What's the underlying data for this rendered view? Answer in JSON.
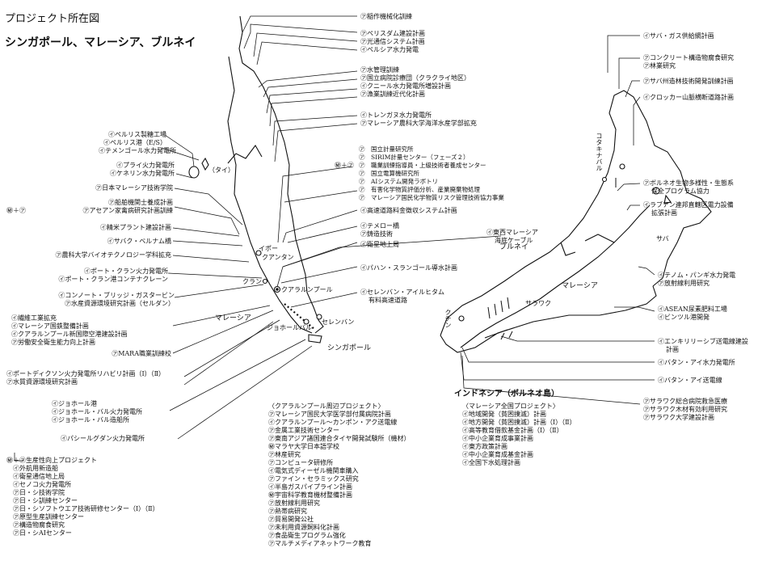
{
  "title": "プロジェクト所在図",
  "subtitle": "シンガポール、マレーシア、ブルネイ",
  "places": {
    "thailand": "（タイ）",
    "malaysia_w": "マレーシア",
    "singapore": "シンガポール",
    "brunei": "ブルネイ",
    "malaysia_e": "マレーシア",
    "sarawak": "サラワク",
    "sabah": "サバ",
    "indonesia": "インドネシア（ボルネオ島）",
    "kota_kinabalu": "コタキナバル",
    "kuching": "クチン",
    "ipoh": "イポー",
    "kuala_lumpur": "クアラルンプール",
    "johor_bahru": "ジョホールバル",
    "seremban": "セレンバン",
    "kuantan": "クアンタン",
    "klang": "クラン"
  },
  "top_right": [
    [
      "㋐稲作機械化訓練"
    ],
    [
      "㋐ペリスダム建設計画",
      "㋐光通信システム計画",
      "㋑ペルシア水力発電"
    ],
    [
      "㋐水管理訓練",
      "㋐国立病院診療団（クラクライ地区）",
      "㋑クニール水力発電所増設計画",
      "㋐漁業訓練近代化計画"
    ],
    [
      "㋑トレンガヌ水力発電所",
      "㋐マレーシア農科大学海洋水産学部拡充"
    ],
    [
      "㋐　国立計量研究所",
      "㋐　SIRIM計量センター（フェーズ２）",
      "㋐　職業訓練指導員・上級技術者養成センター",
      "㋐　国立電算機研究所",
      "㋐　AIシステム開発ラボトリ",
      "㋐　有害化学物質評価分析、産業廃棄物処理",
      "㋐　マレーシア国民化学物質リスク管理技術協力事業"
    ],
    [
      "㋑高速道路料金徴収システム計画"
    ],
    [
      "㋑テメロー橋",
      "㋐鋳造技術"
    ],
    [
      "㋑衛星地上局"
    ],
    [
      "㋑パハン・スランゴール導水計画"
    ],
    [
      "㋑セレンバン・アイルヒタム",
      "有料高速道路"
    ]
  ],
  "cable": [
    "㋑東西マレーシア",
    "海底ケーブル"
  ],
  "mixed_mark": "㊙＋㋐",
  "left": [
    [
      "㋑ペルリス製糖工場",
      "㋑ペルリス港（E/S）"
    ],
    [
      "㋑テメンゴール水力発電所"
    ],
    [
      "㋑プライ火力発電所",
      "㋑ケネリン水力発電所"
    ],
    [
      "㋐日本マレーシア技術学院"
    ],
    [
      "㋐船舶機関士養成計画",
      "㋐アセアン家禽病研究計画訓練"
    ],
    [
      "㋑精米プラント建設計画"
    ],
    [
      "㋑サバク・ベルナム橋"
    ],
    [
      "㋐農科大学バイオテクノロジー学科拡充"
    ],
    [
      "㋑ポート・クラン火力発電所",
      "㋑ポート・クラン港コンテナクレーン"
    ],
    [
      "㋑コンノート・ブリッジ・ガスタービン",
      "㋐水産資源環境研究計画（セルダン）"
    ],
    [
      "㋑繊維工業拡充",
      "㋑マレーシア国鉄整備計画",
      "㋑クアラルンプール新国際空港建設計画",
      "㋐労働安全衛生能力向上計画"
    ],
    [
      "㋐MARA職業訓練校"
    ],
    [
      "㋑ポートディクソン火力発電所リハビリ計画（Ⅰ）（Ⅱ）",
      "㋐水質資源環境研究計画"
    ],
    [
      "㋑ジョホール港",
      "㋑ジョホール・バル火力発電所",
      "㋑ジョホール・バル造船所"
    ],
    [
      "㋑パシールグダン火力発電所"
    ],
    [
      "㊙＋㋐生産性向上プロジェクト",
      "　㋑外航用新造船",
      "　㋑衛星通信地上局",
      "　㋑セノコ火力発電所",
      "　㋐日・シ技術学院",
      "　㋐日・シ訓練センター",
      "　㋐日・シソフトウエア技術研修センター（Ⅰ）（Ⅱ）",
      "　㋐原型生産訓練センター",
      "　㋐構造物腐食研究",
      "　㋐日・シAIセンター"
    ]
  ],
  "kl_heading": "〈クアラルンプール周辺プロジェクト〉",
  "kl_list": [
    "㋐マレーシア国民大学医学部付属病院計画",
    "㋑クアラルンプール～カンポン・アク送電線",
    "㋐金属工業技術センター",
    "㋐東南アジア諸国連合タイヤ開発試験所（機材）",
    "㊙マラヤ大学日本語学校",
    "㋐林産研究",
    "㋐コンピュータ研修所",
    "㋑電気式ディーゼル機関車購入",
    "㋐ファイン・セラミックス研究",
    "㋑半島ガスパイプライン計画",
    "㊙宇宙科学教育機材整備計画",
    "㋐放射線利用研究",
    "㋐熱帯病研究",
    "㋐貿易開発公社",
    "㋐未利用資源飼料化計画",
    "㋐食品衛生プログラム強化",
    "㋐マルチメディアネットワーク教育"
  ],
  "nat_heading": "〈マレーシア全国プロジェクト〉",
  "nat_list": [
    "㋑地域開発（貧困撲滅）計画",
    "㋑地方開発（貧困撲滅）計画（Ⅰ）（Ⅱ）",
    "㋑高等教育借款基金計画（Ⅰ）（Ⅱ）",
    "㋑中小企業育成事業計画",
    "㋑東方政策計画",
    "㋑中小企業育成基金計画",
    "㋑全国下水処理計画"
  ],
  "right": [
    [
      "㋑サバ・ガス供給網計画"
    ],
    [
      "㋐コンクリート構造物腐食研究",
      "㋐林業研究"
    ],
    [
      "㋐サバ州造林技術開発訓練計画"
    ],
    [
      "㋑クロッカー山脈横断道路計画"
    ],
    [
      "㋐ボルネオ生物多様性・生態系",
      "保全プログラム協力"
    ],
    [
      "㋑ラブアン連邦直轄区電力設備",
      "拡張計画"
    ],
    [
      "㋑テノム・パンギ水力発電",
      "㋐放射線利用研究"
    ],
    [
      "㋑ASEAN尿素肥料工場",
      "㋑ビンツル港開発"
    ],
    [
      "㋑エンキリリーシブ送電線建設",
      "計画"
    ],
    [
      "㋑バタン・アイ水力発電所"
    ],
    [
      "㋑バタン・アイ送電線"
    ],
    [
      "㋐サラワク総合病院救急医療",
      "㋐サラワク木材有効利用研究",
      "㋐サラワク大学建設計画"
    ]
  ]
}
